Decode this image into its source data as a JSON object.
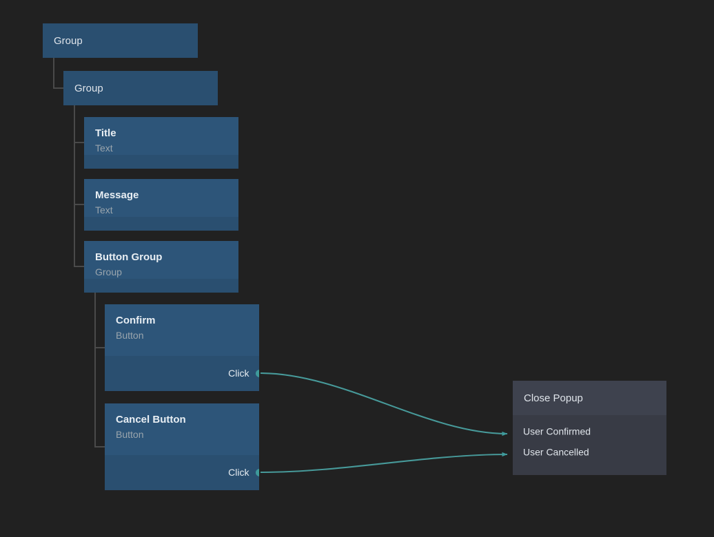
{
  "canvas": {
    "background": "#212121",
    "accent": "#3e9a9b",
    "node_blue_header": "#2d5579",
    "node_blue_body": "#2a4f70",
    "node_gray_header": "#3e424e",
    "node_gray_body": "#383b45",
    "connector_line": "#4a4a4a"
  },
  "nodes": [
    {
      "title": "Group",
      "subtitle": ""
    },
    {
      "title": "Group",
      "subtitle": ""
    },
    {
      "title": "Title",
      "subtitle": "Text"
    },
    {
      "title": "Message",
      "subtitle": "Text"
    },
    {
      "title": "Button Group",
      "subtitle": "Group"
    },
    {
      "title": "Confirm",
      "subtitle": "Button"
    },
    {
      "title": "Cancel Button",
      "subtitle": "Button"
    }
  ],
  "ports": {
    "confirm_click": "Click",
    "cancel_click": "Click"
  },
  "action_node": {
    "title": "Close Popup",
    "inputs": [
      {
        "label": "User Confirmed"
      },
      {
        "label": "User Cancelled"
      }
    ]
  }
}
